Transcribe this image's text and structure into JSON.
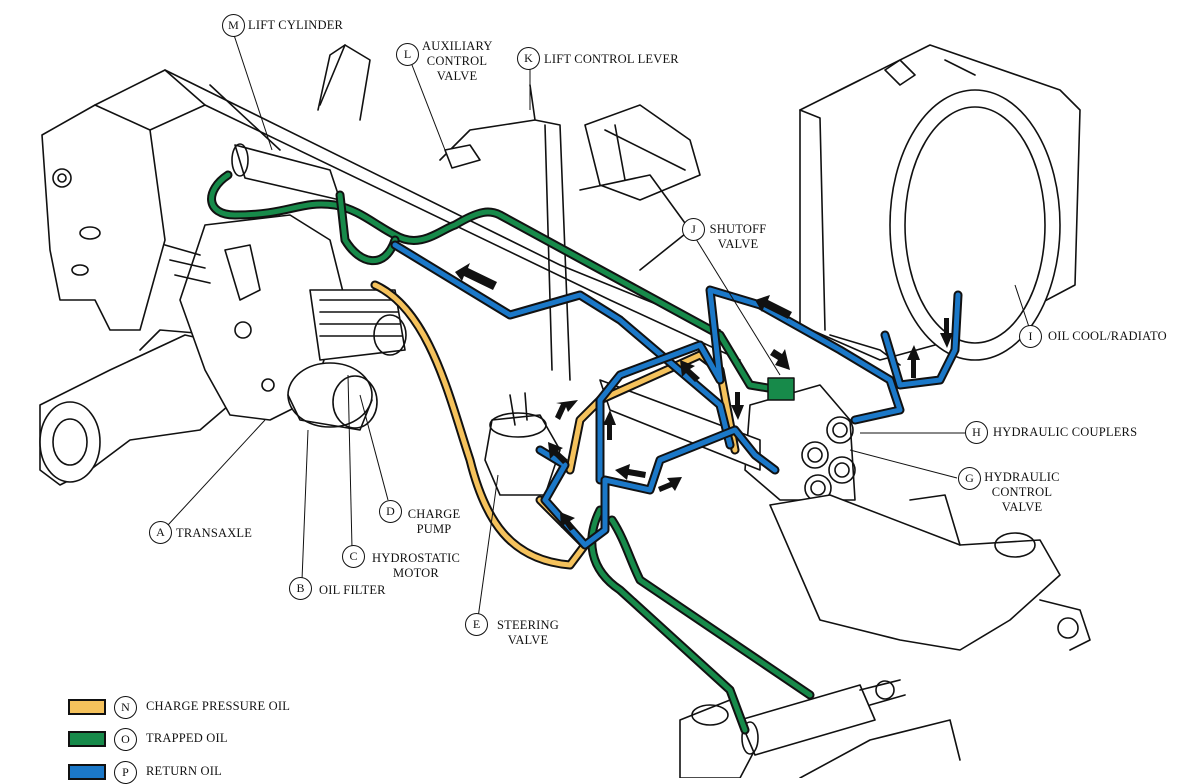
{
  "diagram": {
    "title": "Hydraulic system oil flow",
    "components": [
      {
        "letter": "A",
        "label": "TRANSAXLE"
      },
      {
        "letter": "B",
        "label": "OIL FILTER"
      },
      {
        "letter": "C",
        "label": "HYDROSTATIC\nMOTOR",
        "lines": [
          "HYDROSTATIC",
          "MOTOR"
        ]
      },
      {
        "letter": "D",
        "label": "CHARGE\nPUMP",
        "lines": [
          "CHARGE",
          "PUMP"
        ]
      },
      {
        "letter": "E",
        "label": "STEERING\nVALVE",
        "lines": [
          "STEERING",
          "VALVE"
        ]
      },
      {
        "letter": "G",
        "label": "HYDRAULIC\nCONTROL\nVALVE",
        "lines": [
          "HYDRAULIC",
          "CONTROL",
          "VALVE"
        ]
      },
      {
        "letter": "H",
        "label": "HYDRAULIC COUPLERS"
      },
      {
        "letter": "I",
        "label": "OIL COOL/RADIATO"
      },
      {
        "letter": "J",
        "label": "SHUTOFF\nVALVE",
        "lines": [
          "SHUTOFF",
          "VALVE"
        ]
      },
      {
        "letter": "K",
        "label": "LIFT CONTROL LEVER"
      },
      {
        "letter": "L",
        "label": "AUXILIARY\nCONTROL\nVALVE",
        "lines": [
          "AUXILIARY",
          "CONTROL",
          "VALVE"
        ]
      },
      {
        "letter": "M",
        "label": "LIFT CYLINDER"
      }
    ],
    "legend": [
      {
        "letter": "N",
        "label": "CHARGE PRESSURE OIL",
        "color": "#f5c25c"
      },
      {
        "letter": "O",
        "label": "TRAPPED OIL",
        "color": "#178a4a"
      },
      {
        "letter": "P",
        "label": "RETURN OIL",
        "color": "#1b78c8"
      }
    ]
  }
}
